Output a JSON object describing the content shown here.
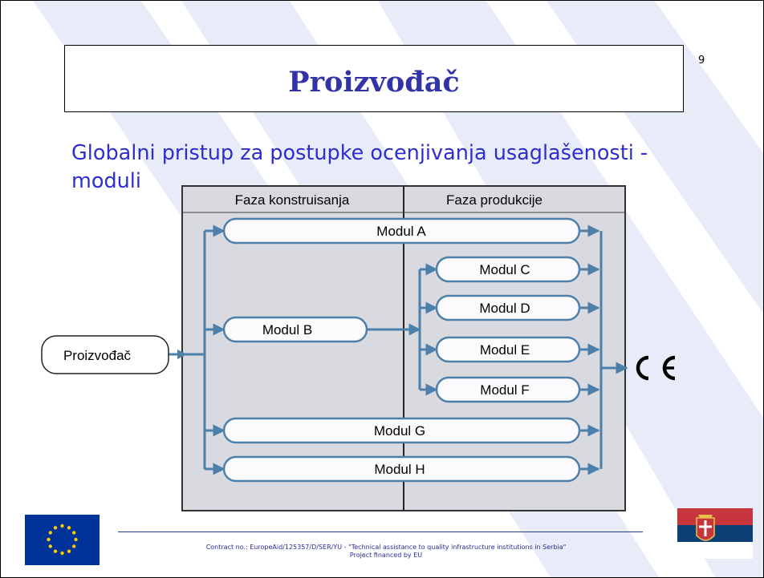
{
  "slide": {
    "title": "Proizvođač",
    "page_number": "9",
    "subtitle": "Globalni pristup za postupke ocenjivanja usaglašenosti - moduli"
  },
  "diagram": {
    "phase_design": "Faza konstruisanja",
    "phase_production": "Faza produkcije",
    "source": "Proizvođač",
    "modules": {
      "a": "Modul A",
      "b": "Modul B",
      "c": "Modul C",
      "d": "Modul D",
      "e": "Modul E",
      "f": "Modul F",
      "g": "Modul G",
      "h": "Modul H"
    },
    "ce_mark": "CE"
  },
  "footer": {
    "line1": "Contract no.: EuropeAid/125357/D/SER/YU - \"Technical assistance to quality infrastructure institutions in Serbia\"",
    "line2": "Project financed by EU"
  },
  "colors": {
    "title": "#3333a8",
    "subtitle": "#2e2ed0",
    "arrow": "#4d7fab",
    "panel": "#d9dae0",
    "stripe": "#e8ecf8",
    "eu_blue": "#003399",
    "eu_star": "#ffcc00"
  },
  "icons": [
    "ce-mark-icon",
    "eu-flag-icon",
    "serbia-flag-icon"
  ]
}
